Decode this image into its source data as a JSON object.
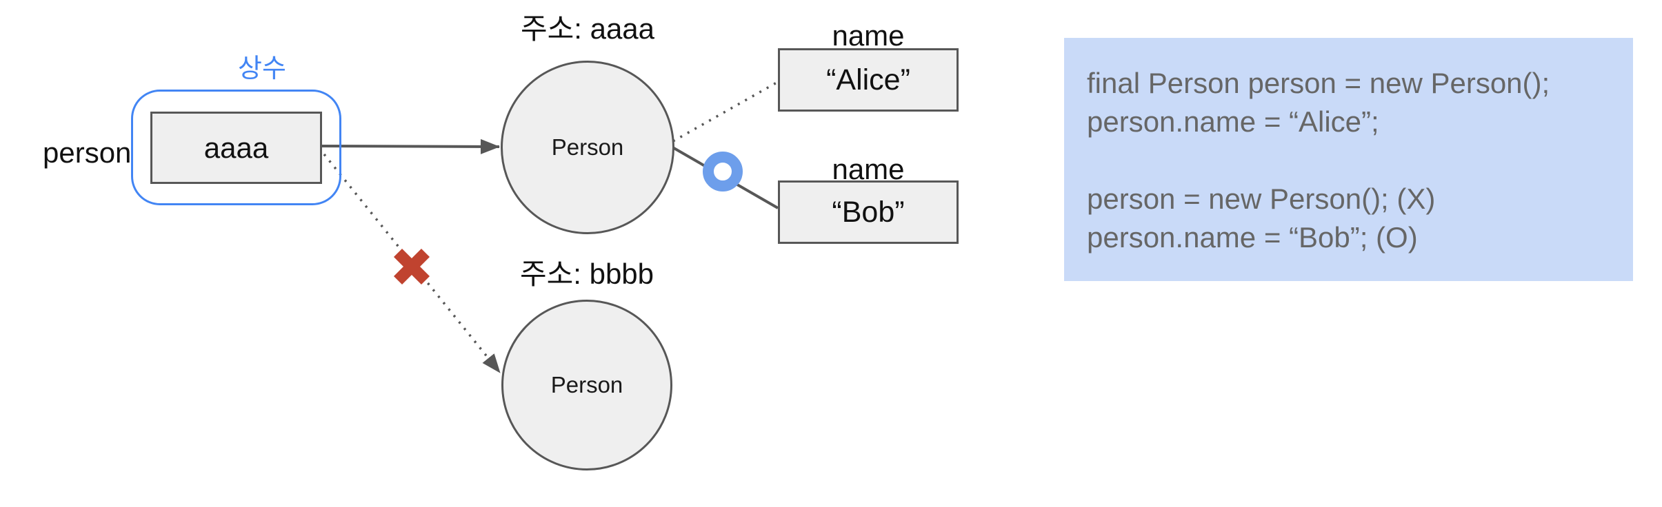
{
  "colors": {
    "accent_blue": "#4285f4",
    "ring_blue": "#6d9eeb",
    "x_red": "#c0432f",
    "code_bg": "#c9daf8",
    "code_text": "#666666",
    "shape_fill": "#efefef",
    "line_gray": "#575757",
    "text_black": "#111111"
  },
  "diagram": {
    "variable_label": "person",
    "constant_badge": "상수",
    "pointer_value": "aaaa",
    "object_a": {
      "address": "주소: aaaa",
      "class_name": "Person"
    },
    "object_b": {
      "address": "주소: bbbb",
      "class_name": "Person"
    },
    "field_alice": {
      "label": "name",
      "value": "“Alice”"
    },
    "field_bob": {
      "label": "name",
      "value": "“Bob”"
    }
  },
  "code": {
    "lines": [
      "final Person person = new Person();",
      "person.name = “Alice”;",
      "",
      "person = new Person(); (X)",
      "person.name = “Bob”; (O)"
    ]
  }
}
